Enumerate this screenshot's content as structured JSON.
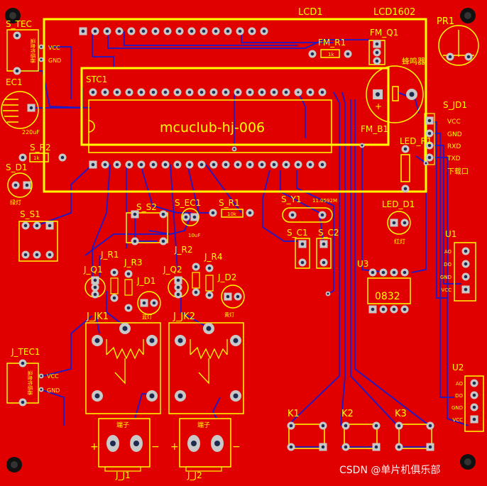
{
  "board": {
    "bg": "#e00000",
    "silk": "#ffff00",
    "copper": "#1a1acc",
    "pad": "#c8c8c8",
    "hole": "#1e2a50"
  },
  "labels": {
    "lcd1": "LCD1",
    "lcd1602": "LCD1602",
    "pr1": "PR1",
    "s_tec": "S_TEC",
    "s_tec_vcc": "VCC",
    "s_tec_gnd": "GND",
    "s_tec_rot": "温度传感器",
    "ec1": "EC1",
    "ec1_val": "220uF",
    "fm_r1": "FM_R1",
    "fm_r1_val": "1k",
    "fm_q1": "FM_Q1",
    "buzzer": "蜂鸣器",
    "fm_b1": "FM_B1",
    "stc1": "STC1",
    "mcu": "mcuclub-hj-006",
    "s_r2": "S_R2",
    "s_r2_val": "1k",
    "s_d1": "S_D1",
    "s_d1_sub": "绿灯",
    "s_jd1": "S_JD1",
    "vcc": "VCC",
    "gnd": "GND",
    "rxd": "RXD",
    "txd": "TXD",
    "download": "下载口",
    "led_r1": "LED_R1",
    "led_d1": "LED_D1",
    "led_d1_sub": "红灯",
    "s_s1": "S_S1",
    "s_s2": "S_S2",
    "s_ec1": "S_EC1",
    "s_ec1_val": "10uF",
    "s_r1": "S_R1",
    "s_r1_val": "10k",
    "s_y1": "S_Y1",
    "s_y1_val": "11.0592M",
    "s_c1": "S_C1",
    "s_c2": "S_C2",
    "j_r1": "J_R1",
    "j_r3": "J_R3",
    "j_q1": "J_Q1",
    "j_d1": "J_D1",
    "j_d1_sub": "蓝灯",
    "j_r2": "J_R2",
    "j_r4": "J_R4",
    "j_q2": "J_Q2",
    "j_d2": "J_D2",
    "j_d2_sub": "黄灯",
    "j_jk1": "J_JK1",
    "j_jk2": "J_JK2",
    "u1": "U1",
    "u1_pins": [
      "AO",
      "DO",
      "GND",
      "VCC"
    ],
    "u2": "U2",
    "u2_pins": [
      "AO",
      "DO",
      "GND",
      "VCC"
    ],
    "u3": "U3",
    "u3_chip": "0832",
    "j_tec1": "J_TEC1",
    "j_tec1_vcc": "VCC",
    "j_tec1_gnd": "GND",
    "j_tec1_rot": "温度传感器",
    "k1": "K1",
    "k2": "K2",
    "k3": "K3",
    "terminal": "端子",
    "plus": "+",
    "minus": "−",
    "j_j1": "J_J1",
    "j_j2": "J_J2",
    "watermark": "CSDN @单片机俱乐部"
  }
}
